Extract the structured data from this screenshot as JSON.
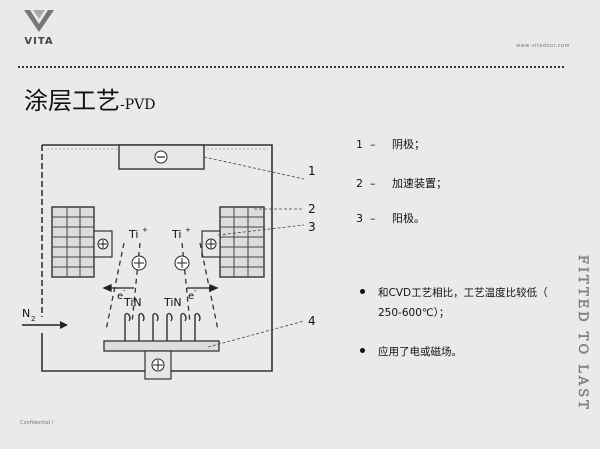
{
  "header": {
    "logo_text": "VITA",
    "site_url": "www.vitadoor.com"
  },
  "title": {
    "main": "涂层工艺",
    "suffix": "-PVD"
  },
  "diagram": {
    "callouts": [
      "1",
      "2",
      "3",
      "4"
    ],
    "labels": {
      "ti_left": "Ti",
      "ti_right": "Ti",
      "ti_superscript": "+",
      "tin_left": "TiN",
      "tin_right": "TiN",
      "electron": "e",
      "electron_superscript": "-",
      "n2": "N",
      "n2_subscript": "2"
    },
    "symbols": {
      "cathode": "⊖",
      "anode": "⊕",
      "plus": "⊕"
    }
  },
  "components": [
    {
      "num": "1",
      "dash": "–",
      "label": "阴极；"
    },
    {
      "num": "2",
      "dash": "–",
      "label": "加速装置；"
    },
    {
      "num": "3",
      "dash": "–",
      "label": "阳极。"
    }
  ],
  "bullets": [
    {
      "line1": "和CVD工艺相比，工艺温度比较低（",
      "line2": "250-600℃）；"
    },
    {
      "line1": "应用了电或磁场。",
      "line2": ""
    }
  ],
  "tagline": "FITTED TO LAST",
  "footer": {
    "label": "Confidential  /"
  },
  "colors": {
    "background": "#eaeaea",
    "ink": "#111111",
    "rule": "#333333"
  }
}
